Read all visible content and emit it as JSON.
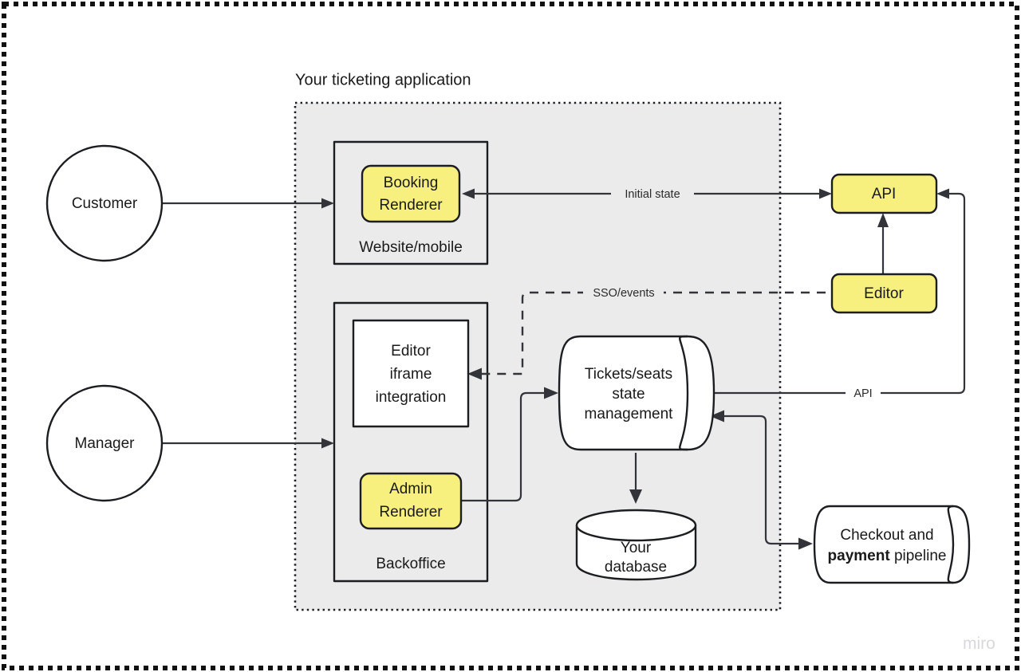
{
  "diagram": {
    "title": "Your ticketing application",
    "watermark": "miro",
    "colors": {
      "accent_yellow": "#f7ef7e",
      "container_gray": "#ebebeb",
      "stroke": "#32343a",
      "text": "#1a1a1a",
      "watermark": "#d9d9dd"
    },
    "actors": [
      {
        "id": "customer",
        "label": "Customer",
        "shape": "circle"
      },
      {
        "id": "manager",
        "label": "Manager",
        "shape": "circle"
      }
    ],
    "groups": [
      {
        "id": "app-container",
        "label": "Your ticketing application",
        "shape": "dotted-rect"
      },
      {
        "id": "website-mobile",
        "label": "Website/mobile",
        "shape": "rect"
      },
      {
        "id": "backoffice",
        "label": "Backoffice",
        "shape": "rect"
      }
    ],
    "nodes": [
      {
        "id": "booking-renderer",
        "label_line1": "Booking",
        "label_line2": "Renderer",
        "shape": "rounded-rect",
        "color": "yellow"
      },
      {
        "id": "admin-renderer",
        "label_line1": "Admin",
        "label_line2": "Renderer",
        "shape": "rounded-rect",
        "color": "yellow"
      },
      {
        "id": "editor-iframe",
        "label_line1": "Editor",
        "label_line2": "iframe",
        "label_line3": "integration",
        "shape": "rect",
        "color": "white"
      },
      {
        "id": "api",
        "label": "API",
        "shape": "rounded-rect",
        "color": "yellow"
      },
      {
        "id": "editor",
        "label": "Editor",
        "shape": "rounded-rect",
        "color": "yellow"
      },
      {
        "id": "state-management",
        "label_line1": "Tickets/seats",
        "label_line2": "state",
        "label_line3": "management",
        "shape": "horizontal-cylinder",
        "color": "white"
      },
      {
        "id": "your-database",
        "label_line1": "Your",
        "label_line2": "database",
        "shape": "vertical-cylinder",
        "color": "white"
      },
      {
        "id": "checkout-pipeline",
        "label_line1": "Checkout and",
        "label_line2_bold": "payment",
        "label_line2_rest": " pipeline",
        "shape": "horizontal-cylinder",
        "color": "white"
      }
    ],
    "edges": [
      {
        "id": "customer-to-website",
        "from": "customer",
        "to": "website-mobile",
        "label": "",
        "style": "solid",
        "arrows": "end"
      },
      {
        "id": "manager-to-backoffice",
        "from": "manager",
        "to": "backoffice",
        "label": "",
        "style": "solid",
        "arrows": "end"
      },
      {
        "id": "api-to-booking-renderer",
        "from": "api",
        "to": "booking-renderer",
        "label": "Initial state",
        "style": "solid",
        "arrows": "both"
      },
      {
        "id": "editor-to-editor-iframe",
        "from": "editor",
        "to": "editor-iframe",
        "label": "SSO/events",
        "style": "dashed",
        "arrows": "end"
      },
      {
        "id": "editor-to-api",
        "from": "editor",
        "to": "api",
        "label": "",
        "style": "solid",
        "arrows": "end"
      },
      {
        "id": "state-to-api",
        "from": "state-management",
        "to": "api",
        "label": "API",
        "style": "solid",
        "arrows": "end"
      },
      {
        "id": "admin-renderer-to-state",
        "from": "admin-renderer",
        "to": "state-management",
        "label": "",
        "style": "solid",
        "arrows": "end"
      },
      {
        "id": "state-to-database",
        "from": "state-management",
        "to": "your-database",
        "label": "",
        "style": "solid",
        "arrows": "end"
      },
      {
        "id": "state-to-checkout",
        "from": "state-management",
        "to": "checkout-pipeline",
        "label": "",
        "style": "solid",
        "arrows": "both"
      }
    ]
  }
}
